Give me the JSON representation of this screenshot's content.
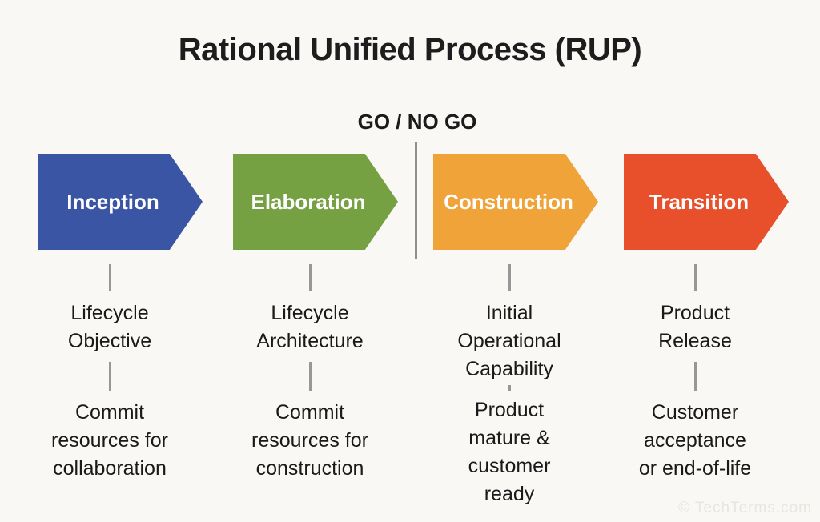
{
  "title": "Rational Unified Process (RUP)",
  "gate": {
    "label": "GO / NO GO"
  },
  "colors": {
    "background": "#FAF8F5",
    "inception": "#3A55A4",
    "elaboration": "#75A143",
    "construction": "#F0A338",
    "transition": "#E8502B",
    "connector_line": "#979797",
    "divider_line": "#8F8F8F",
    "text": "#1A1A1A"
  },
  "phases": [
    {
      "name": "Inception",
      "color": "#3A55A4",
      "milestone": "Lifecycle\nObjective",
      "outcome": "Commit\nresources for\ncollaboration"
    },
    {
      "name": "Elaboration",
      "color": "#75A143",
      "milestone": "Lifecycle\nArchitecture",
      "outcome": "Commit\nresources for\nconstruction"
    },
    {
      "name": "Construction",
      "color": "#F0A338",
      "milestone": "Initial\nOperational\nCapability",
      "outcome": "Product\nmature &\ncustomer\nready"
    },
    {
      "name": "Transition",
      "color": "#E8502B",
      "milestone": "Product\nRelease",
      "outcome": "Customer\nacceptance\nor end-of-life"
    }
  ],
  "watermark": "© TechTerms.com"
}
